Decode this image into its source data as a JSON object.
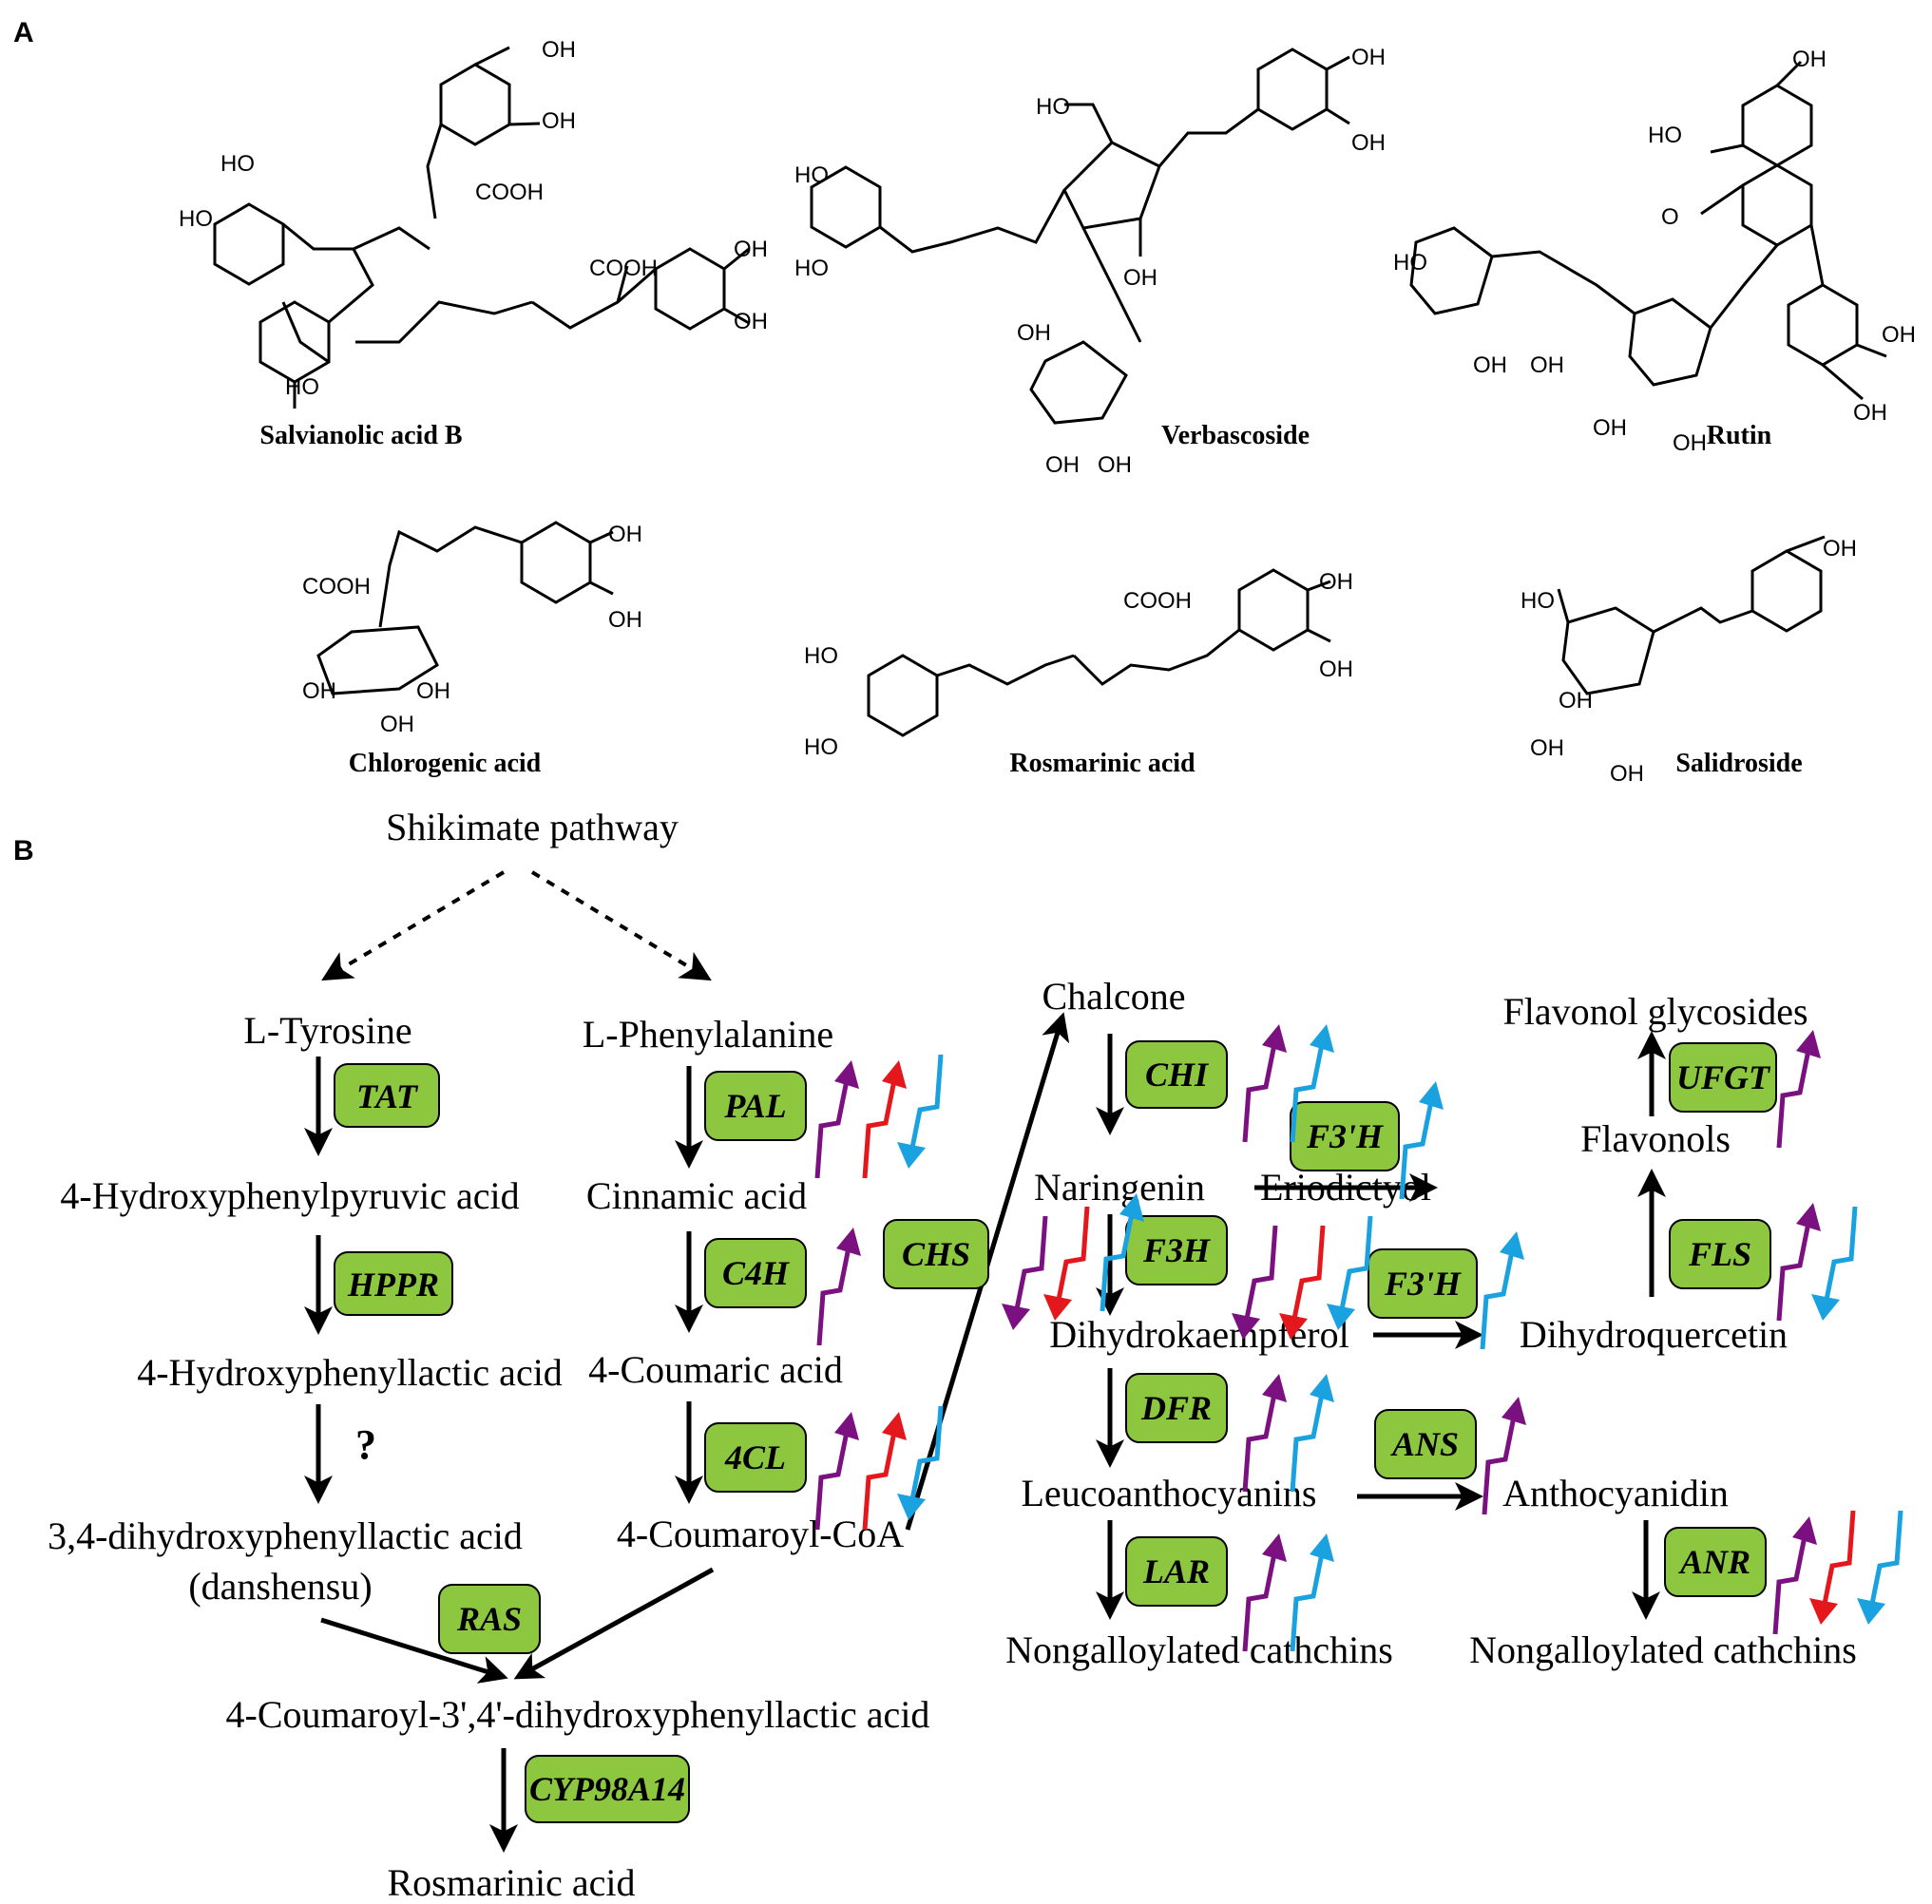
{
  "panels": {
    "a": "A",
    "b": "B"
  },
  "compounds": [
    {
      "id": "salb",
      "name": "Salvianolic acid  B"
    },
    {
      "id": "verb",
      "name": "Verbascoside"
    },
    {
      "id": "rutin",
      "name": "Rutin"
    },
    {
      "id": "chlor",
      "name": "Chlorogenic acid"
    },
    {
      "id": "rosm",
      "name": "Rosmarinic acid"
    },
    {
      "id": "salid",
      "name": "Salidroside"
    }
  ],
  "atoms": {
    "oh": "OH",
    "ho": "HO",
    "cooh": "COOH",
    "o": "O"
  },
  "metabolites": {
    "shikimate": "Shikimate pathway",
    "tyrosine": "L-Tyrosine",
    "phenylalanine": "L-Phenylalanine",
    "hppa": "4-Hydroxyphenylpyruvic acid",
    "cinnamic": "Cinnamic acid",
    "hpla": "4-Hydroxyphenyllactic acid",
    "coumaric": "4-Coumaric acid",
    "dhpla": "3,4-dihydroxyphenyllactic acid",
    "danshensu": "(danshensu)",
    "coumaroyl_coa": "4-Coumaroyl-CoA",
    "coumaroyl_dhpla": "4-Coumaroyl-3',4'-dihydroxyphenyllactic acid",
    "rosmarinic": "Rosmarinic acid",
    "chalcone": "Chalcone",
    "naringenin": "Naringenin",
    "eriodictyol": "Eriodictyol",
    "dihydrokaempferol": "Dihydrokaempferol",
    "dihydroquercetin": "Dihydroquercetin",
    "leucoanthocyanins": "Leucoanthocyanins",
    "anthocyanidin": "Anthocyanidin",
    "nongalloylated1": "Nongalloylated cathchins",
    "nongalloylated2": "Nongalloylated cathchins",
    "flavonol_glycosides": "Flavonol glycosides",
    "flavonols": "Flavonols"
  },
  "unknown_step": "?",
  "enzymes": {
    "tat": "TAT",
    "hppr": "HPPR",
    "pal": "PAL",
    "c4h": "C4H",
    "cl4": "4CL",
    "chs": "CHS",
    "ras": "RAS",
    "cyp": "CYP98A14",
    "chi": "CHI",
    "f3ph1": "F3'H",
    "f3h": "F3H",
    "f3ph2": "F3'H",
    "dfr": "DFR",
    "ans": "ANS",
    "lar": "LAR",
    "ufgt": "UFGT",
    "fls": "FLS",
    "anr": "ANR"
  },
  "colors": {
    "purple": "#7b1180",
    "red": "#e4181c",
    "blue": "#1aa2e0",
    "enzyme_fill": "#8dc63f"
  }
}
